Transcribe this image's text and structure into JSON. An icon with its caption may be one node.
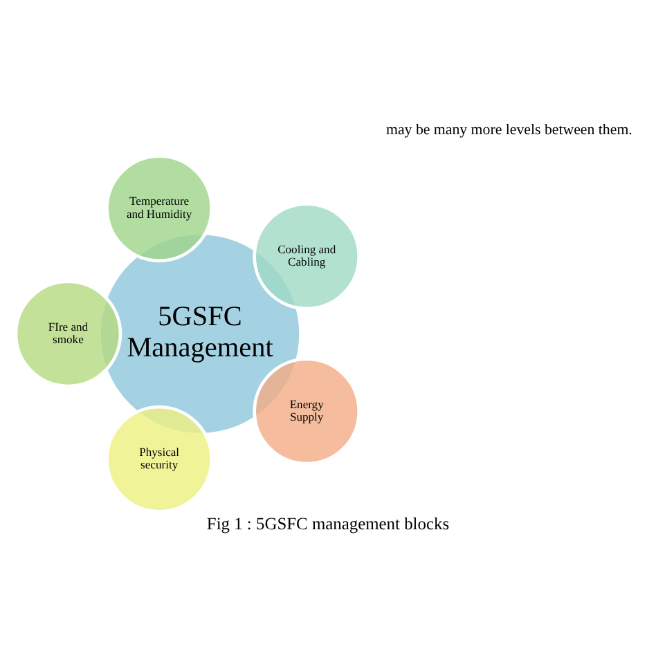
{
  "diagram": {
    "caption": "Fig 1 : 5GSFC management blocks",
    "nodes": [
      {
        "text": [
          "5GSFC Management"
        ]
      },
      {
        "text": [
          "Cooling and Cabling"
        ]
      },
      {
        "text": [
          "Temperature and Humidity"
        ]
      },
      {
        "text": [
          "FIre and smoke"
        ]
      },
      {
        "text": [
          "Physical security"
        ]
      },
      {
        "text": [
          "Energy Supply"
        ]
      }
    ],
    "edges": [],
    "labels": [
      "may be many more levels between them."
    ]
  }
}
